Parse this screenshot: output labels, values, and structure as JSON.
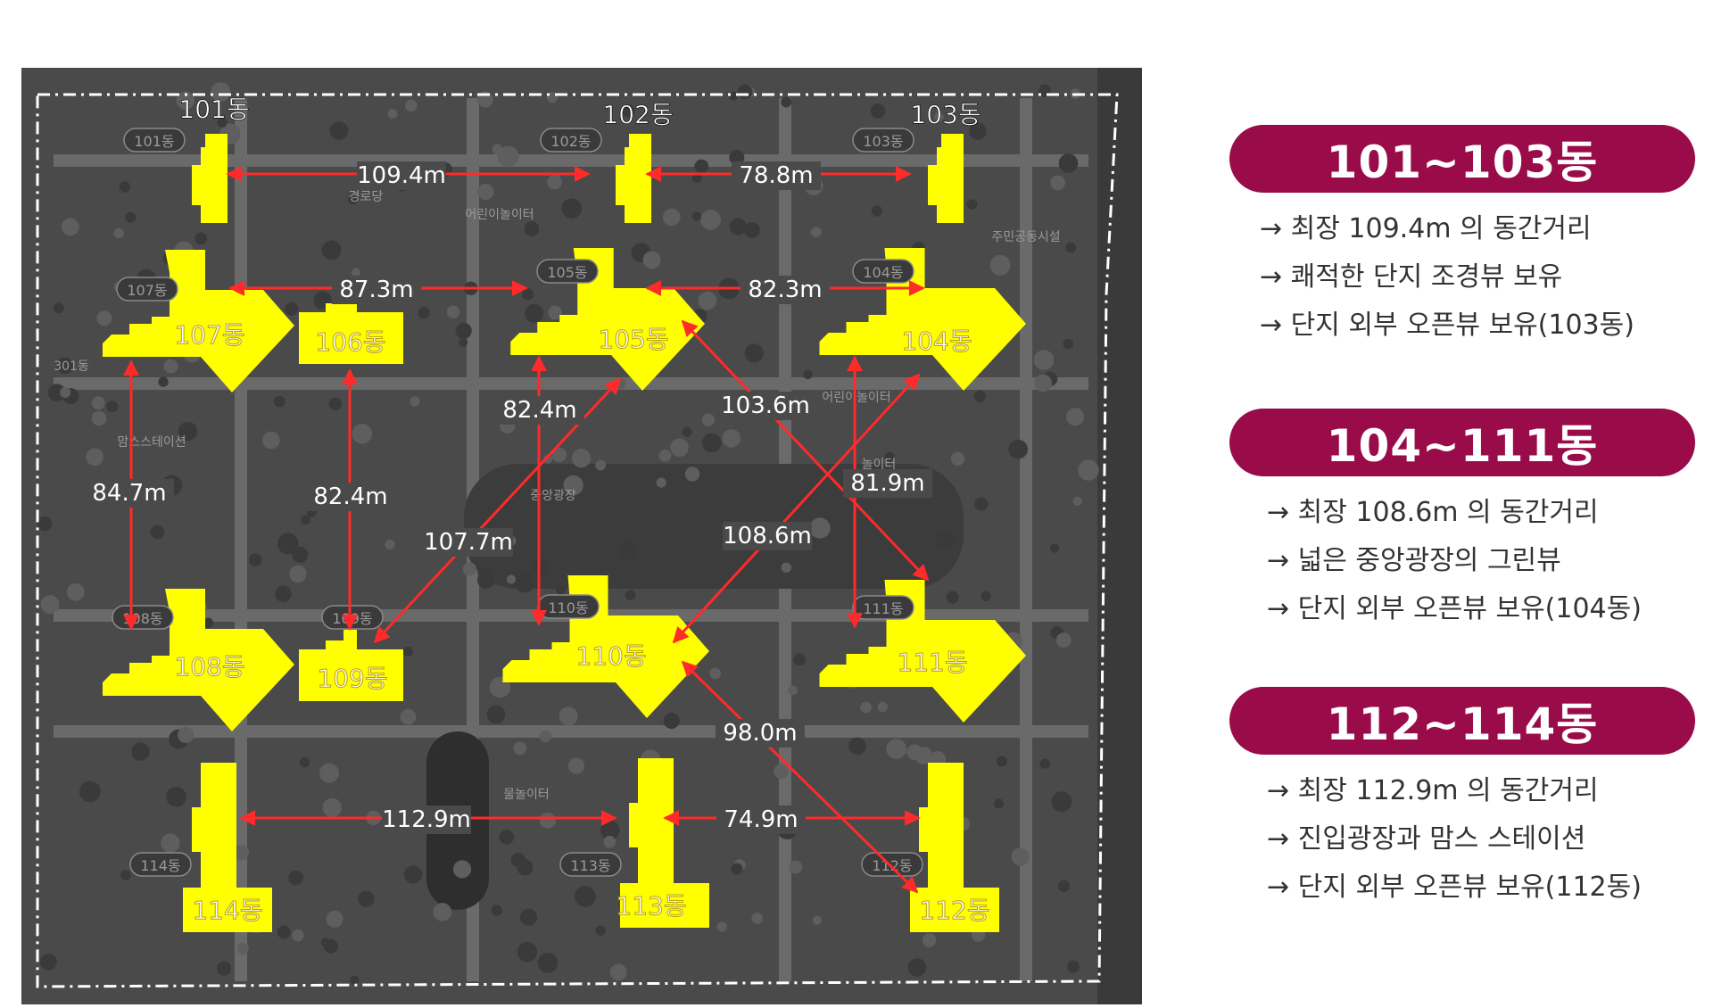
{
  "colors": {
    "accent": "#9a0b49",
    "building": "#ffff00",
    "arrow": "#ff2a2a",
    "boundary": "#ffffff",
    "map_bg": "#4a4a4a"
  },
  "map": {
    "buildings": [
      {
        "id": "101",
        "name": "101동",
        "inner_tag": "101동"
      },
      {
        "id": "102",
        "name": "102동",
        "inner_tag": "102동"
      },
      {
        "id": "103",
        "name": "103동",
        "inner_tag": "103동"
      },
      {
        "id": "104",
        "name": "104동",
        "inner_tag": "104동"
      },
      {
        "id": "105",
        "name": "105동",
        "inner_tag": "105동"
      },
      {
        "id": "106",
        "name": "106동",
        "inner_tag": ""
      },
      {
        "id": "107",
        "name": "107동",
        "inner_tag": "107동"
      },
      {
        "id": "108",
        "name": "108동",
        "inner_tag": "108동"
      },
      {
        "id": "109",
        "name": "109동",
        "inner_tag": "109동"
      },
      {
        "id": "110",
        "name": "110동",
        "inner_tag": "110동"
      },
      {
        "id": "111",
        "name": "111동",
        "inner_tag": "111동"
      },
      {
        "id": "112",
        "name": "112동",
        "inner_tag": "112동"
      },
      {
        "id": "113",
        "name": "113동",
        "inner_tag": "113동"
      },
      {
        "id": "114",
        "name": "114동",
        "inner_tag": "114동"
      }
    ],
    "distances": [
      {
        "from": "101",
        "to": "102",
        "label": "109.4m"
      },
      {
        "from": "102",
        "to": "103",
        "label": "78.8m"
      },
      {
        "from": "107",
        "to": "105",
        "label": "87.3m"
      },
      {
        "from": "105",
        "to": "104",
        "label": "82.3m"
      },
      {
        "from": "107",
        "to": "108",
        "label": "84.7m"
      },
      {
        "from": "106",
        "to": "109",
        "label": "82.4m"
      },
      {
        "from": "105",
        "to": "110",
        "label": "82.4m"
      },
      {
        "from": "109",
        "to": "105",
        "label": "107.7m"
      },
      {
        "from": "105",
        "to": "111",
        "label": "103.6m"
      },
      {
        "from": "104",
        "to": "111",
        "label": "81.9m"
      },
      {
        "from": "110",
        "to": "104",
        "label": "108.6m"
      },
      {
        "from": "110",
        "to": "112",
        "label": "98.0m"
      },
      {
        "from": "114",
        "to": "113",
        "label": "112.9m"
      },
      {
        "from": "113",
        "to": "112",
        "label": "74.9m"
      }
    ],
    "map_texts": [
      "어린이놀이터",
      "중앙광장",
      "맘스스테이션",
      "경로당",
      "주민공동시설",
      "어린이놀이터",
      "놀이터",
      "물놀이터",
      "맘스 스테이션",
      "301동"
    ]
  },
  "panel": {
    "sections": [
      {
        "title": "101~103동",
        "bullets": [
          "→ 최장 109.4m 의 동간거리",
          "→ 쾌적한 단지 조경뷰 보유",
          "→ 단지 외부 오픈뷰 보유(103동)"
        ]
      },
      {
        "title": "104~111동",
        "bullets": [
          "→ 최장 108.6m 의 동간거리",
          "→ 넓은 중앙광장의 그린뷰",
          "→ 단지 외부 오픈뷰 보유(104동)"
        ]
      },
      {
        "title": "112~114동",
        "bullets": [
          "→ 최장 112.9m 의 동간거리",
          "→ 진입광장과 맘스 스테이션",
          "→ 단지 외부 오픈뷰 보유(112동)"
        ]
      }
    ]
  }
}
